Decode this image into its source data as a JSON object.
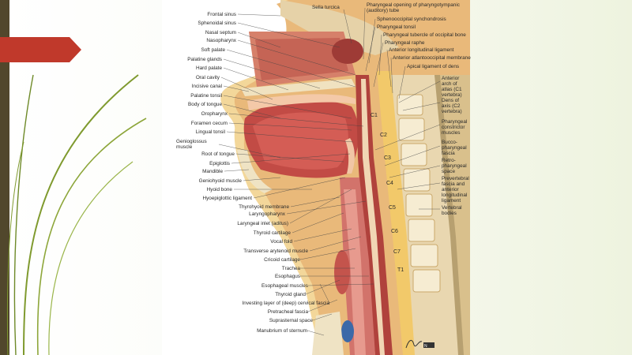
{
  "slide": {
    "accent_colors": {
      "bar": "#51472c",
      "arrow": "#c0392b",
      "swoosh": "#7f9a2e"
    }
  },
  "figure": {
    "left_labels": [
      "Frontal sinus",
      "Sphenoidal sinus",
      "Nasal septum",
      "Nasopharynx",
      "Soft palate",
      "Palatine glands",
      "Hard palate",
      "Oral cavity",
      "Incisive canal",
      "Palatine tonsil",
      "Body of tongue",
      "Oropharynx",
      "Foramen cecum",
      "Lingual tonsil",
      "Genioglossus\nmuscle",
      "Root of tongue",
      "Epiglottis",
      "Mandible",
      "Geniohyoid muscle",
      "Hyoid bone",
      "Hyoepiglottic ligament",
      "Thyrohyoid membrane",
      "Laryngopharynx",
      "Laryngeal inlet (aditus)",
      "Thyroid cartilage",
      "Vocal fold",
      "Transverse arytenoid muscle",
      "Cricoid cartilage",
      "Trachea",
      "Esophagus",
      "Esophageal muscles",
      "Thyroid gland",
      "Investing layer of (deep) cervical fascia",
      "Pretracheal fascia",
      "Suprasternal space",
      "Manubrium of sternum"
    ],
    "right_labels": [
      "Sella turcica",
      "Pharyngeal opening of pharyngotympanic\n(auditory) tube",
      "Sphenooccipital synchondrosis",
      "Pharyngeal tonsil",
      "Pharyngeal tubercle of occipital bone",
      "Pharyngeal raphe",
      "Anterior longitudinal ligament",
      "Anterior atlantooccipital membrane",
      "Apical ligament of dens",
      "Anterior\narch of\natlas (C1\nvertebra)",
      "Dens of\naxis (C2\nvertebra)",
      "Pharyngeal\nconstrictor\nmuscles",
      "Bucco-\npharyngeal\nfascia",
      "Retro-\npharyngeal\nspace",
      "Prevertebral\nfascia and\nanterior\nlongitudinal\nligament",
      "Vertebral\nbodies"
    ],
    "vertebra_labels": [
      "C1",
      "C2",
      "C3",
      "C4",
      "C5",
      "C6",
      "C7",
      "T1"
    ],
    "logo_text": "NETTER"
  }
}
